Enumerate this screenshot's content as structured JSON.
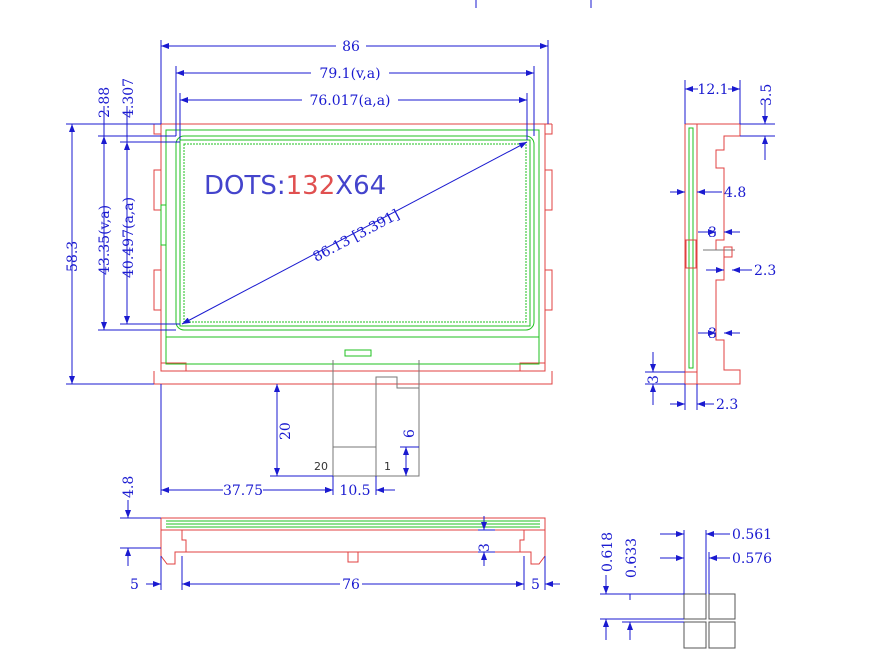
{
  "display": {
    "dots_prefix": "DOTS:",
    "dots_value": "132",
    "dots_suffix": "X64",
    "colors": {
      "dimension": "#1a1ad0",
      "outline": "#e04040",
      "active_area": "#1fc21f",
      "dots_value": "#e05050"
    }
  },
  "front": {
    "width": "86",
    "view_width": "79.1(v,a)",
    "active_width": "76.017(a,a)",
    "diagonal": "86.13 [3.391]",
    "height": "58.3",
    "view_height": "43.35(v,a)",
    "active_height": "40.497(a,a)",
    "top_margin_1": "2.88",
    "top_margin_2": "4.307",
    "fpc_length": "20",
    "fpc_offset": "37.75",
    "fpc_width": "10.5",
    "fpc_tip": "6",
    "pin_left": "20",
    "pin_right": "1"
  },
  "side": {
    "depth": "12.1",
    "top_step": "3.5",
    "thickness": "4.8",
    "tab_1": "3",
    "tab_2": "2.3",
    "tab_3": "3",
    "bottom_h": "3",
    "bottom_w": "2.3"
  },
  "bottom_view": {
    "thickness": "4.8",
    "step": "3",
    "left_margin": "5",
    "inner_width": "76",
    "right_margin": "5"
  },
  "pixel_detail": {
    "pitch_x": "0.561",
    "size_x": "0.576",
    "pitch_y": "0.618",
    "size_y": "0.633"
  }
}
